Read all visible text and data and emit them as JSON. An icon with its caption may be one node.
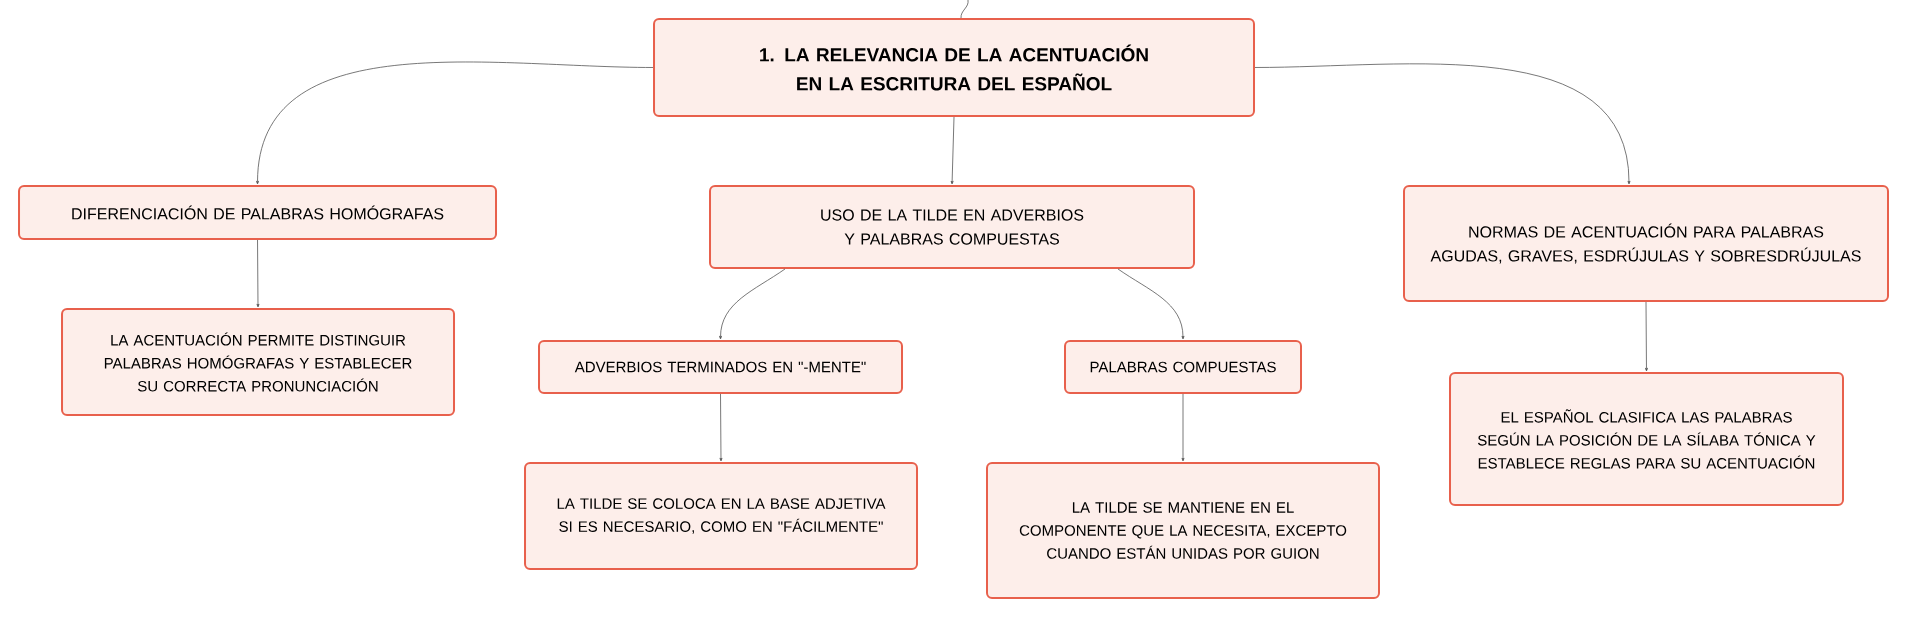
{
  "diagram": {
    "nodes": [
      {
        "text": [
          "1. LA RELEVANCIA DE LA ACENTUACIÓN EN LA ESCRITURA DEL ESPAÑOL"
        ]
      },
      {
        "text": [
          "DIFERENCIACIÓN DE PALABRAS HOMÓGRAFAS"
        ]
      },
      {
        "text": [
          "USO DE LA TILDE EN ADVERBIOS Y PALABRAS COMPUESTAS"
        ]
      },
      {
        "text": [
          "NORMAS DE ACENTUACIÓN PARA PALABRAS AGUDAS, GRAVES, ESDRÚJULAS Y SOBRESDRÚJULAS"
        ]
      },
      {
        "text": [
          "LA ACENTUACIÓN PERMITE DISTINGUIR PALABRAS HOMÓGRAFAS Y ESTABLECER SU CORRECTA PRONUNCIACIÓN"
        ]
      },
      {
        "text": [
          "ADVERBIOS TERMINADOS EN \"-MENTE\""
        ]
      },
      {
        "text": [
          "PALABRAS COMPUESTAS"
        ]
      },
      {
        "text": [
          "EL ESPAÑOL CLASIFICA LAS PALABRAS SEGÚN LA POSICIÓN DE LA SÍLABA TÓNICA Y ESTABLECE REGLAS PARA SU ACENTUACIÓN"
        ]
      },
      {
        "text": [
          "LA TILDE SE COLOCA EN LA BASE ADJETIVA SI ES NECESARIO, COMO EN \"FÁCILMENTE\""
        ]
      },
      {
        "text": [
          "LA TILDE SE MANTIENE EN EL COMPONENTE QUE LA NECESITA, EXCEPTO CUANDO ESTÁN UNIDAS POR GUION"
        ]
      }
    ],
    "edges": [
      {
        "from": null,
        "to": 0,
        "arrow": "none"
      },
      {
        "from": 0,
        "to": 1,
        "arrow": "to"
      },
      {
        "from": 0,
        "to": 2,
        "arrow": "to"
      },
      {
        "from": 0,
        "to": 3,
        "arrow": "to"
      },
      {
        "from": 1,
        "to": 4,
        "arrow": "to"
      },
      {
        "from": 2,
        "to": 5,
        "arrow": "to"
      },
      {
        "from": 2,
        "to": 6,
        "arrow": "to"
      },
      {
        "from": 3,
        "to": 7,
        "arrow": "to"
      },
      {
        "from": 5,
        "to": 8,
        "arrow": "to"
      },
      {
        "from": 6,
        "to": 9,
        "arrow": "to"
      }
    ]
  }
}
